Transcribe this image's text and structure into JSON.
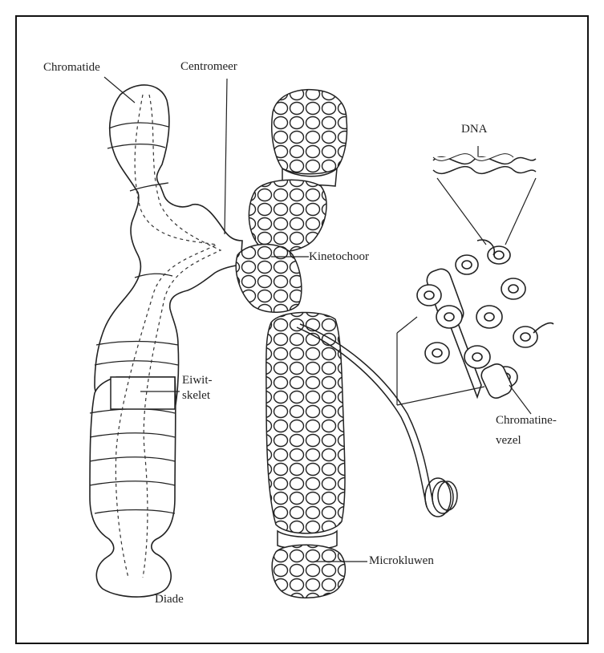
{
  "labels": {
    "chromatide": "Chromatide",
    "centromeer": "Centromeer",
    "dna": "DNA",
    "kinetochoor": "Kinetochoor",
    "eiwit_line1": "Eiwit-",
    "eiwit_line2": "skelet",
    "chromatine_line1": "Chromatine-",
    "chromatine_line2": "vezel",
    "microkluwen": "Microkluwen",
    "diade": "Diade"
  }
}
